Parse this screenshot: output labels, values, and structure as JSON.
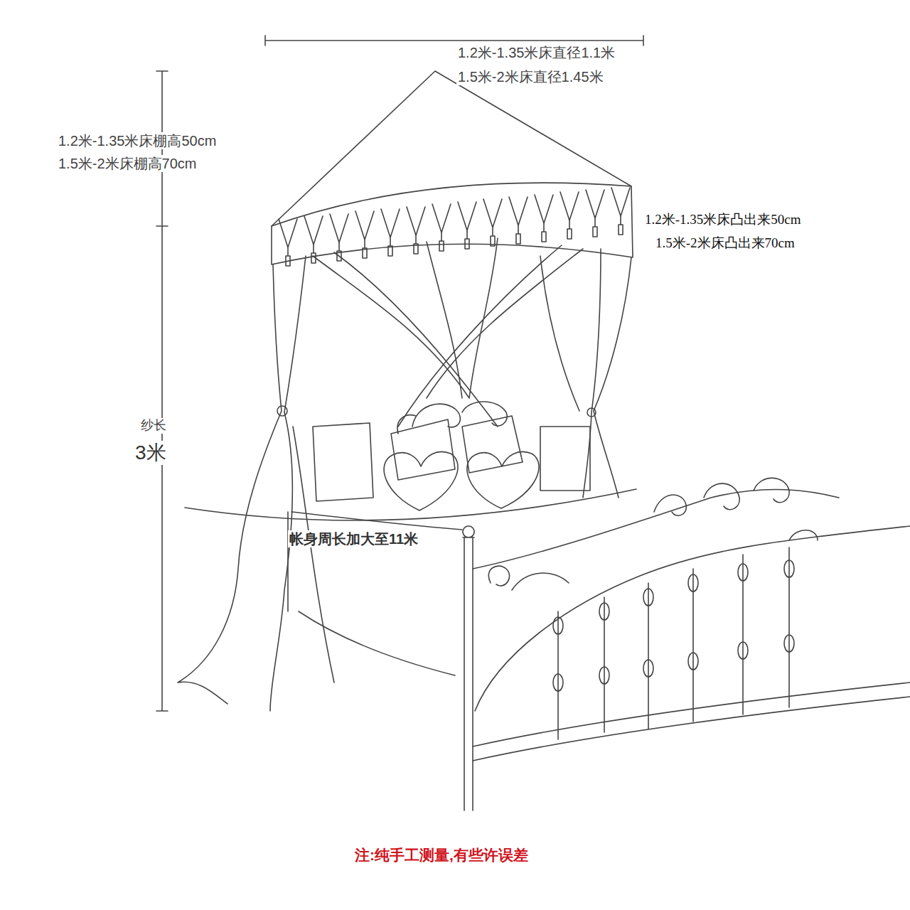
{
  "diagram": {
    "labels": [
      "1.2米-1.35米床直径1.1米",
      "1.5米-2米床直径1.45米",
      "1.2米-1.35米床棚高50cm",
      "1.5米-2米床棚高70cm",
      "1.2米-1.35米床凸出来50cm",
      "1.5米-2米床凸出来70cm",
      "纱长",
      "3米",
      "帐身周长加大至11米",
      "注:纯手工测量,有些许误差"
    ]
  }
}
